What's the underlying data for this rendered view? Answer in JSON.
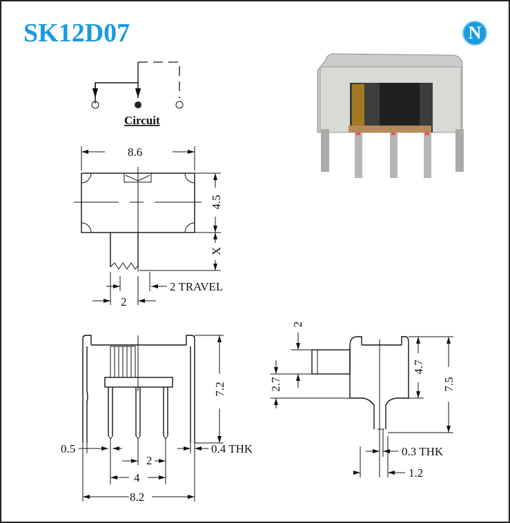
{
  "title": "SK12D07",
  "logo_letter": "N",
  "circuit": {
    "label": "Circuit"
  },
  "top_view": {
    "width": "8.6",
    "height": "4.5",
    "actuator_length": "X",
    "travel": "2 TRAVEL",
    "actuator_width": "2"
  },
  "front_view": {
    "height": "7.2",
    "pin_width": "0.5",
    "pin_thickness": "0.4 THK",
    "pitch": "2",
    "pin_span": "4",
    "width": "8.2"
  },
  "side_view": {
    "actuator_height": "2",
    "actuator_offset": "2.7",
    "body_height": "4.7",
    "total_height": "7.5",
    "pin_thickness": "0.3 THK",
    "pin_offset": "1.2"
  },
  "colors": {
    "title": "#1a9be0",
    "logo": "#1a9be0"
  }
}
